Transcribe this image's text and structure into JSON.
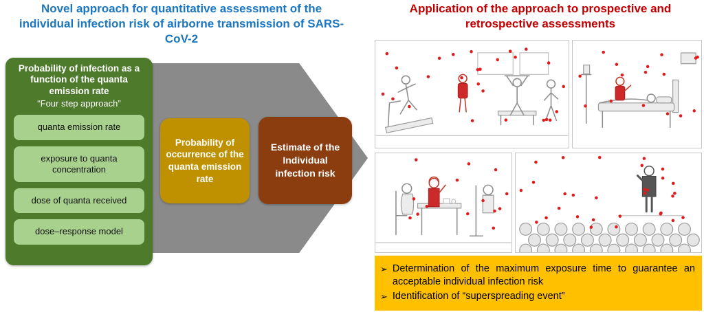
{
  "colors": {
    "left_title": "#1b76c1",
    "right_title": "#c00000",
    "arrow_gray": "#8a8a8a",
    "dark_green": "#4e7a2b",
    "light_green": "#a9d18e",
    "dark_yellow": "#bf9000",
    "dark_red_brown": "#8c3d10",
    "banner_yellow": "#ffc000",
    "virus_dot": "#e01b1b"
  },
  "left": {
    "title": "Novel approach for quantitative assessment of the individual infection risk of airborne transmission of SARS-CoV-2",
    "four_step_box": {
      "title": "Probability of infection as a function of the quanta emission rate",
      "subtitle": "“Four step approach”",
      "steps": [
        "quanta emission rate",
        "exposure to quanta concentration",
        "dose of quanta received",
        "dose–response model"
      ]
    },
    "occurrence_box_label": "Probability of occurrence of the quanta emission rate",
    "estimate_box_label": "Estimate of the Individual infection risk"
  },
  "right": {
    "title": "Application of the approach to prospective and retrospective assessments",
    "bullet_marker": "➢",
    "bullets": [
      "Determination of the maximum exposure time to guarantee an acceptable individual infection risk",
      "Identification of “superspreading event”"
    ],
    "scenes": [
      "gym",
      "hospital room",
      "restaurant",
      "speaker with crowd"
    ]
  }
}
